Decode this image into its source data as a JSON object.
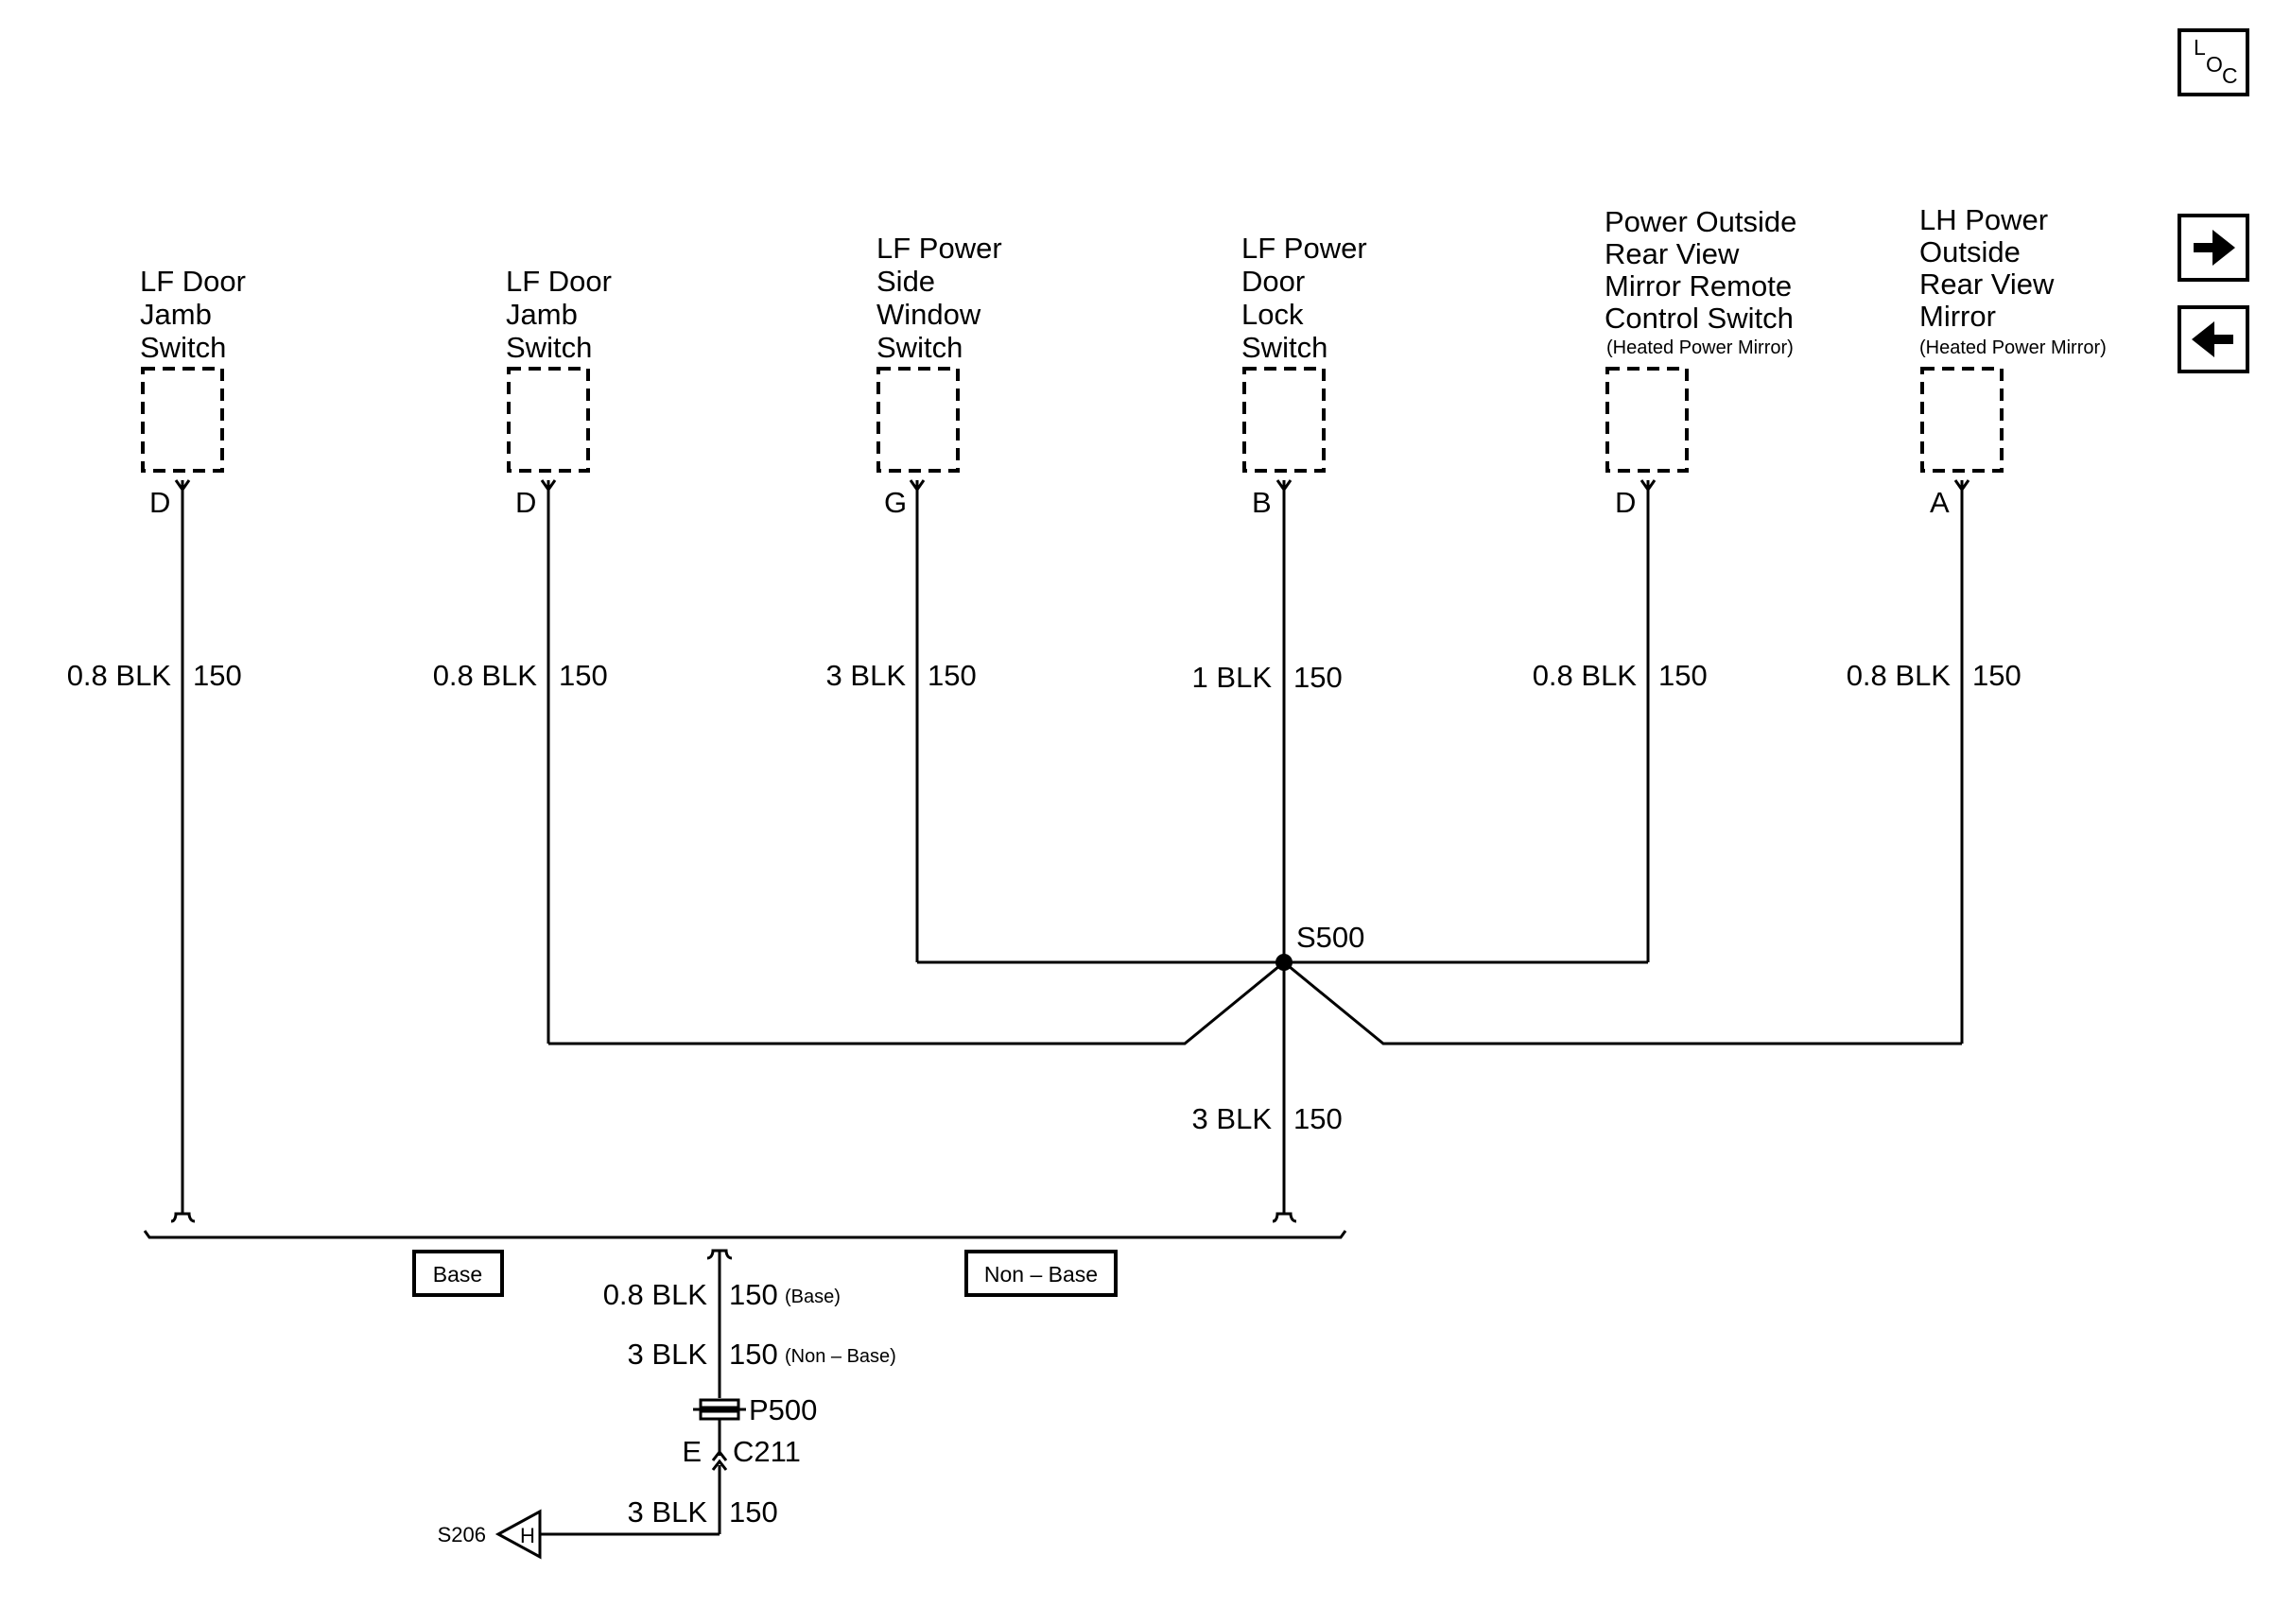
{
  "nav": {
    "loc_button": {
      "letters": [
        "L",
        "O",
        "C"
      ]
    },
    "next_icon": "arrow-right-icon",
    "prev_icon": "arrow-left-icon"
  },
  "components": [
    {
      "name_lines": [
        "LF Door",
        "Jamb",
        "Switch"
      ],
      "note": "",
      "pin": "D",
      "wire_size": "0.8 BLK",
      "circuit": "150"
    },
    {
      "name_lines": [
        "LF Door",
        "Jamb",
        "Switch"
      ],
      "note": "",
      "pin": "D",
      "wire_size": "0.8 BLK",
      "circuit": "150"
    },
    {
      "name_lines": [
        "LF Power",
        "Side",
        "Window",
        "Switch"
      ],
      "note": "",
      "pin": "G",
      "wire_size": "3 BLK",
      "circuit": "150"
    },
    {
      "name_lines": [
        "LF Power",
        "Door",
        "Lock",
        "Switch"
      ],
      "note": "",
      "pin": "B",
      "wire_size": "1 BLK",
      "circuit": "150"
    },
    {
      "name_lines": [
        "Power Outside",
        "Rear View",
        "Mirror Remote",
        "Control Switch"
      ],
      "note": "(Heated Power Mirror)",
      "pin": "D",
      "wire_size": "0.8 BLK",
      "circuit": "150"
    },
    {
      "name_lines": [
        "LH Power",
        "Outside",
        "Rear View",
        "Mirror"
      ],
      "note": "(Heated Power Mirror)",
      "pin": "A",
      "wire_size": "0.8 BLK",
      "circuit": "150"
    }
  ],
  "splice": {
    "name": "S500"
  },
  "trunk": {
    "wire_size": "3 BLK",
    "circuit": "150"
  },
  "options": {
    "base": "Base",
    "non_base": "Non – Base"
  },
  "output": {
    "line1": {
      "wire_size": "0.8 BLK",
      "circuit": "150",
      "qualifier": "(Base)"
    },
    "line2": {
      "wire_size": "3 BLK",
      "circuit": "150",
      "qualifier": "(Non – Base)"
    }
  },
  "pass_through": {
    "name": "P500"
  },
  "connector": {
    "pin": "E",
    "name": "C211"
  },
  "ground_wire": {
    "wire_size": "3 BLK",
    "circuit": "150"
  },
  "ground_ref": {
    "name": "S206",
    "letter": "H"
  }
}
